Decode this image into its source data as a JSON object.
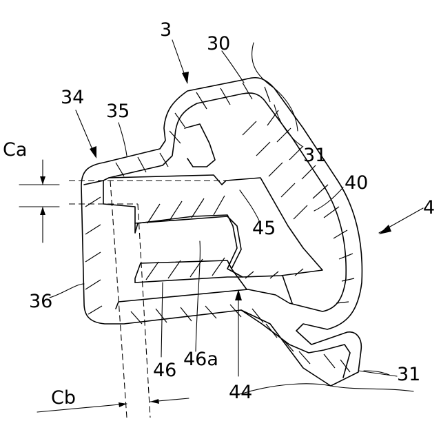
{
  "labels": {
    "ref_3": "3",
    "ref_30": "30",
    "ref_31_upper": "31",
    "ref_31_lower": "31",
    "ref_34": "34",
    "ref_35": "35",
    "ref_36": "36",
    "ref_40": "40",
    "ref_4": "4",
    "ref_44": "44",
    "ref_45": "45",
    "ref_46": "46",
    "ref_46a": "46a",
    "ref_ca": "Ca",
    "ref_cb": "Cb"
  }
}
